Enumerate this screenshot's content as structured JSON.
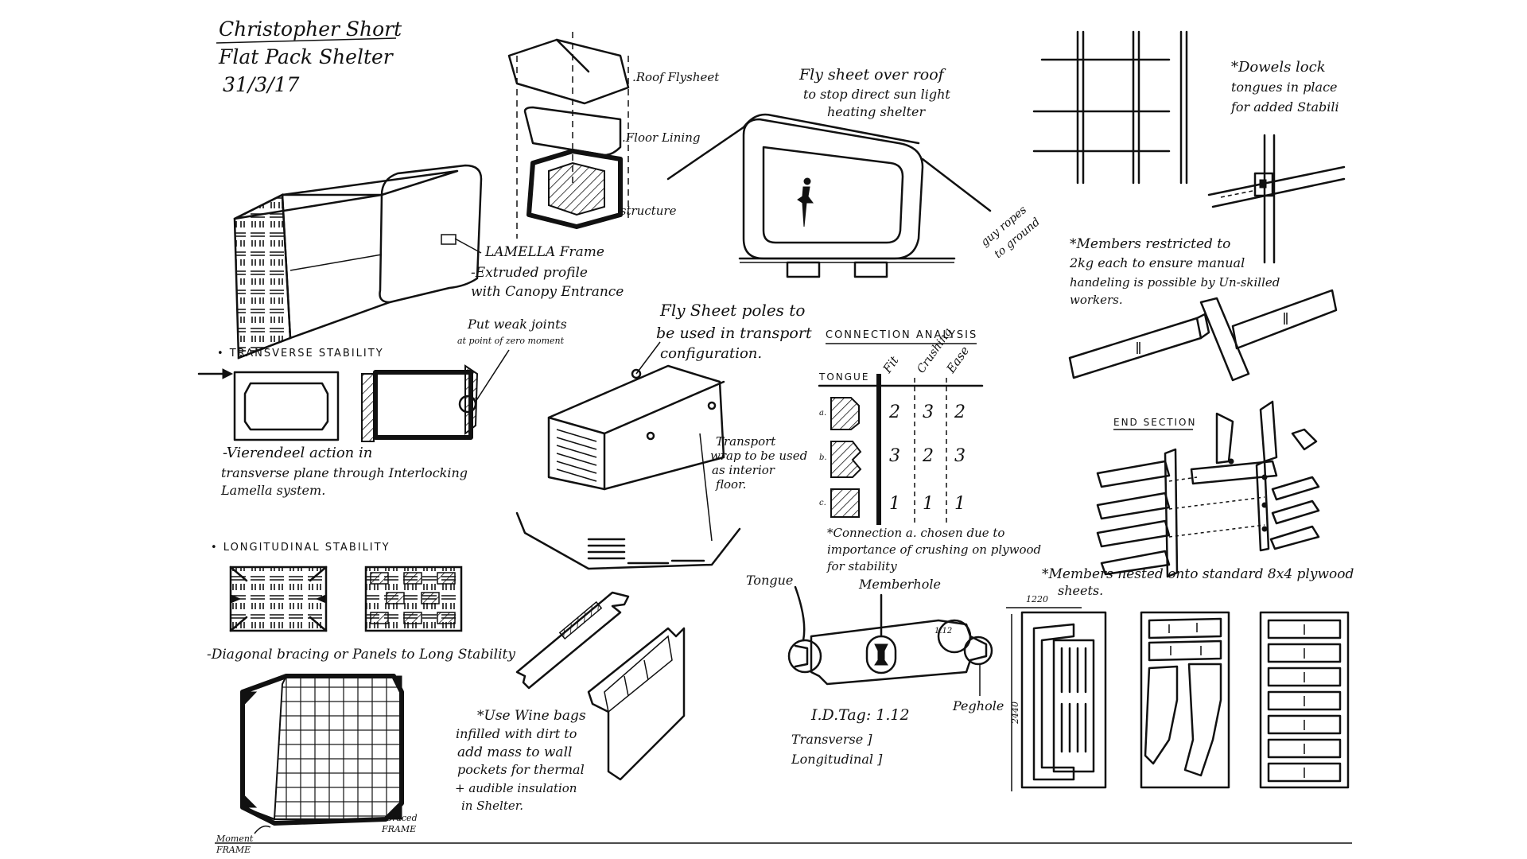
{
  "header": {
    "author": "Christopher Short",
    "project": "Flat Pack Shelter",
    "date": "31/3/17"
  },
  "exploded": {
    "roof": ".Roof Flysheet",
    "floor": ".Floor Lining",
    "structure": ".structure"
  },
  "lamella": {
    "line1": "LAMELLA Frame",
    "line2": "-Extruded profile",
    "line3": "with Canopy Entrance"
  },
  "flysheet": {
    "line1": "Fly sheet over roof",
    "line2": "to stop direct sun light",
    "line3": "heating shelter",
    "guy1": "guy ropes",
    "guy2": "to ground"
  },
  "dowels": {
    "line1": "*Dowels lock",
    "line2": "tongues in place",
    "line3": "for added Stabili"
  },
  "members": {
    "line1": "*Members restricted to",
    "line2": "2kg each to ensure manual",
    "line3": "handeling is possible by Un-skilled",
    "line4": "workers."
  },
  "transverse": {
    "heading": "• TRANSVERSE STABILITY",
    "weak1": "Put weak joints",
    "weak2": "at point of zero moment",
    "desc1": "-Vierendeel action in",
    "desc2": "transverse plane through Interlocking",
    "desc3": "Lamella system."
  },
  "poles": {
    "line1": "Fly Sheet poles to",
    "line2": "be used in transport",
    "line3": "configuration.",
    "wrap1": "Transport",
    "wrap2": "wrap to be used",
    "wrap3": "as interior",
    "wrap4": "floor."
  },
  "connection": {
    "title": "CONNECTION ANALYSIS",
    "col_tongue": "TONGUE",
    "col_fit": "Fit",
    "col_crushing": "Crushing",
    "col_ease": "Ease",
    "rows": [
      {
        "label": "a.",
        "fit": "2",
        "crushing": "3",
        "ease": "2"
      },
      {
        "label": "b.",
        "fit": "3",
        "crushing": "2",
        "ease": "3"
      },
      {
        "label": "c.",
        "fit": "1",
        "crushing": "1",
        "ease": "1"
      }
    ],
    "note1": "*Connection a. chosen due to",
    "note2": "importance of crushing on plywood",
    "note3": "for stability"
  },
  "endsection": {
    "title": "END SECTION"
  },
  "longitudinal": {
    "heading": "• LONGITUDINAL STABILITY",
    "desc": "-Diagonal bracing or Panels to Long Stability",
    "braced1": "Braced",
    "braced2": "FRAME",
    "moment1": "Moment",
    "moment2": "FRAME"
  },
  "wine": {
    "line1": "*Use Wine bags",
    "line2": "infilled with dirt to",
    "line3": "add mass to wall",
    "line4": "pockets for thermal",
    "line5": "+ audible insulation",
    "line6": "in Shelter."
  },
  "member_detail": {
    "tongue": "Tongue",
    "memberhole": "Memberhole",
    "tag": "1.12",
    "peghole": "Peghole",
    "id1": "I.D.Tag: 1.12",
    "id2": "Transverse ]",
    "id3": "Longitudinal ]"
  },
  "nesting": {
    "line1": "*Members nested onto standard 8x4 plywood",
    "line2": "sheets.",
    "width": "1220",
    "height": "2440"
  }
}
